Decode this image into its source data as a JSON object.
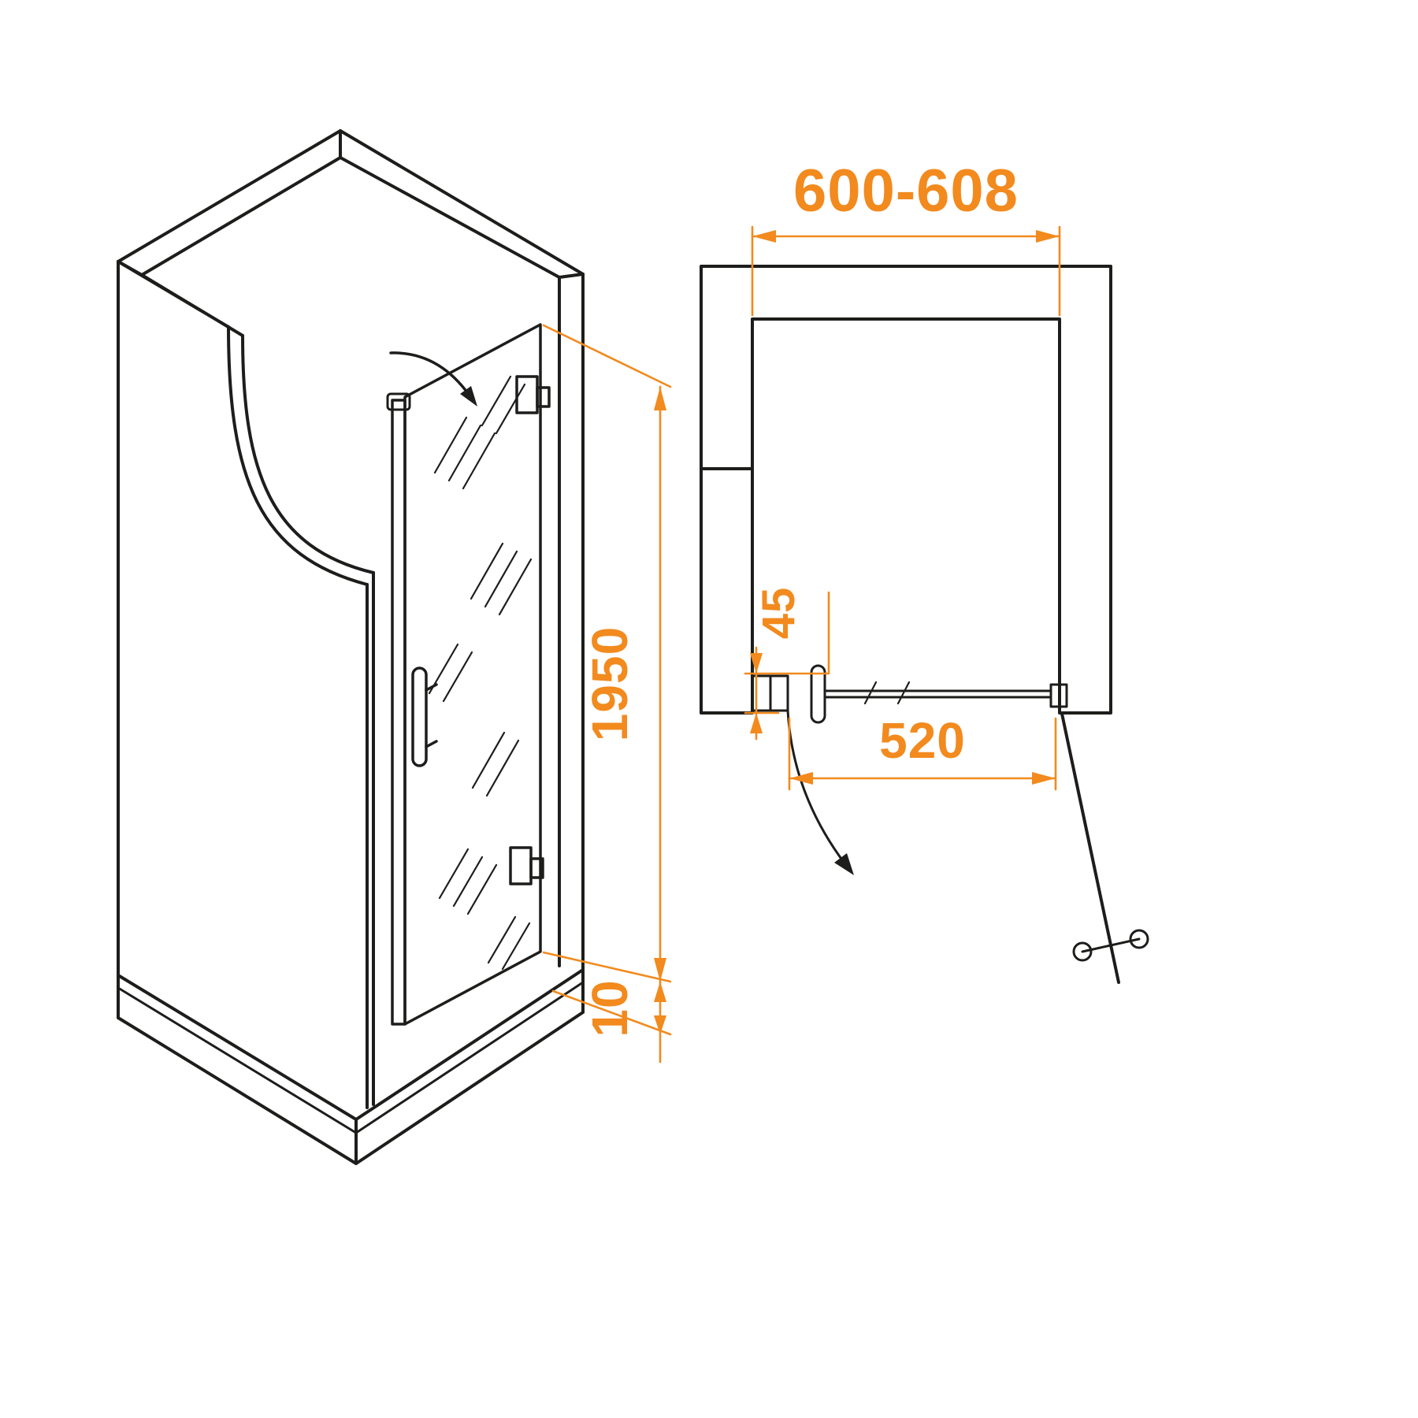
{
  "colors": {
    "line": "#1d1d1b",
    "dimension": "#f28a1e",
    "background": "#ffffff"
  },
  "plan_view": {
    "width_label": "600-608",
    "profile_label": "45",
    "door_width_label": "520"
  },
  "isometric_view": {
    "height_label": "1950",
    "clearance_label": "10"
  }
}
